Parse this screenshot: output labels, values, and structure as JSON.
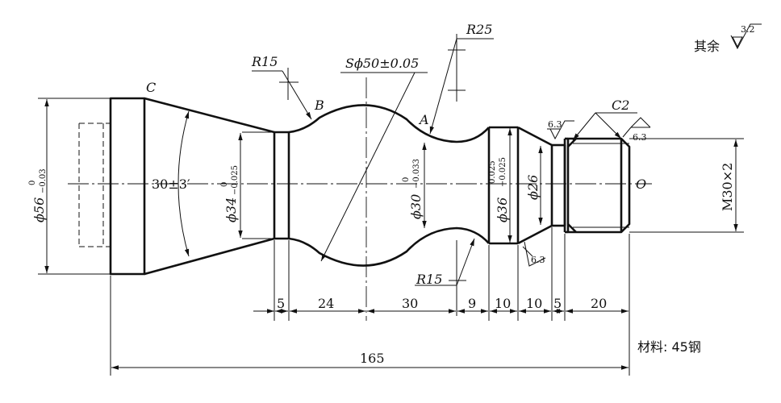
{
  "points": {
    "c": "C",
    "b": "B",
    "a": "A",
    "o": "O"
  },
  "callouts": {
    "r15_left": "R15",
    "r25": "R25",
    "sphere": "Sϕ50±0.05",
    "r15_bottom": "R15",
    "chamfer": "C2"
  },
  "diameters": {
    "d56": {
      "main": "ϕ56",
      "upper": "0",
      "lower": "−0.03"
    },
    "d34": {
      "main": "ϕ34",
      "upper": "0",
      "lower": "−0.025"
    },
    "d30": {
      "main": "ϕ30",
      "upper": "0",
      "lower": "−0.033"
    },
    "d36": {
      "main": "ϕ36",
      "upper": "0.025",
      "lower": "−0.025"
    },
    "d26": {
      "main": "ϕ26"
    },
    "thread": "M30×2"
  },
  "angle": {
    "main": "30±3′"
  },
  "roughness": {
    "general_prefix": "其余",
    "general_value": "3.2",
    "groove_top": "6.3",
    "groove_bottom": "6.3",
    "thread_face": "6.3"
  },
  "lengths": [
    "5",
    "24",
    "30",
    "9",
    "10",
    "10",
    "5",
    "20"
  ],
  "overall_length": "165",
  "material": "材料: 45钢"
}
